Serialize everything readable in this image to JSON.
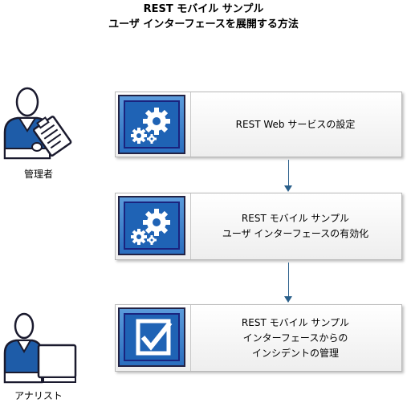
{
  "title": {
    "line1": "REST モバイル サンプル",
    "line2": "ユーザ インターフェースを展開する方法"
  },
  "roles": [
    {
      "label": "管理者",
      "icon": "administrator-with-clipboard-icon"
    },
    {
      "label": "アナリスト",
      "icon": "analyst-with-monitor-icon"
    }
  ],
  "steps": [
    {
      "icon": "gears-icon",
      "lines": [
        "REST Web サービスの設定"
      ]
    },
    {
      "icon": "gears-icon",
      "lines": [
        "REST モバイル サンプル",
        "ユーザ インターフェースの有効化"
      ]
    },
    {
      "icon": "checkbox-icon",
      "lines": [
        "REST モバイル サンプル",
        "インターフェースからの",
        "インシデントの管理"
      ]
    }
  ],
  "colors": {
    "icon_blue": "#2a6ebf",
    "figure_blue": "#1e5ca8",
    "figure_outline": "#1a1a2e",
    "arrow": "#2a5f8a"
  }
}
